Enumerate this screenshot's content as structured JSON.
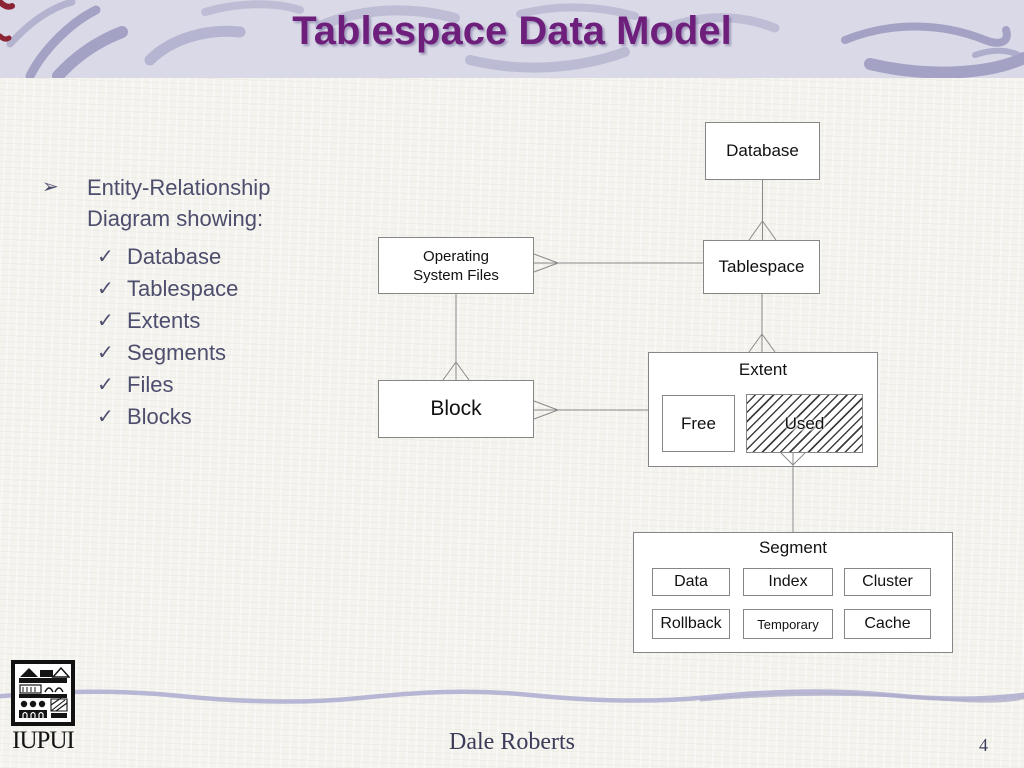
{
  "header": {
    "title": "Tablespace Data Model"
  },
  "bullets": {
    "arrow_glyph": "➢",
    "check_glyph": "✓",
    "lead_line1": "Entity-Relationship",
    "lead_line2": "Diagram showing:",
    "items": [
      "Database",
      "Tablespace",
      "Extents",
      "Segments",
      "Files",
      "Blocks"
    ]
  },
  "diagram": {
    "database": "Database",
    "tablespace": "Tablespace",
    "osf_line1": "Operating",
    "osf_line2": "System Files",
    "block": "Block",
    "extent": "Extent",
    "free": "Free",
    "used": "Used",
    "segment": "Segment",
    "segment_types": [
      "Data",
      "Index",
      "Cluster",
      "Rollback",
      "Temporary",
      "Cache"
    ],
    "edges": [
      {
        "from": "Database",
        "to": "Tablespace",
        "crowfoot_at": "Tablespace"
      },
      {
        "from": "Tablespace",
        "to": "Operating System Files",
        "crowfoot_at": "Operating System Files"
      },
      {
        "from": "Operating System Files",
        "to": "Block",
        "crowfoot_at": "Block"
      },
      {
        "from": "Extent",
        "to": "Block",
        "crowfoot_at": "Block"
      },
      {
        "from": "Tablespace",
        "to": "Extent",
        "crowfoot_at": "Extent"
      },
      {
        "from": "Segment",
        "to": "Used",
        "crowfoot_at": "Used"
      }
    ]
  },
  "footer": {
    "author": "Dale Roberts",
    "page_number": "4",
    "logo_text": "IUPUI"
  },
  "colors": {
    "title_purple": "#6e1f7c",
    "header_bg": "#dad9e7",
    "swirl_lavender": "#a3a2c5",
    "body_text_slate": "#4d4d6d",
    "footer_text": "#3c3c5a",
    "diagram_line_gray": "#868686",
    "paper_bg": "#f4f3ee"
  }
}
